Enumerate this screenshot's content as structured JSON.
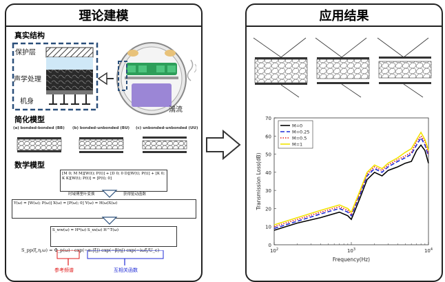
{
  "left_panel": {
    "title": "理论建模",
    "real_structure": {
      "heading": "真实结构",
      "layers": [
        "保护层",
        "声学处理",
        "机身"
      ],
      "flow_label": "湍流"
    },
    "simplified": {
      "heading": "简化模型",
      "cases": [
        "(a) bonded-bonded (BB)",
        "(b) bonded-unbonded (BU)",
        "(c) unbonded-unbonded (UU)"
      ]
    },
    "math": {
      "heading": "数学模型",
      "note_left": "时域傅里叶变换",
      "note_right": "获得驱动函数",
      "eq1": "[M 0; M M][W(t); P(t)] + [D 0; 0 D][W(t); P(t)] + [K 0; K K][W(t); P(t)] = [P(t); 0]",
      "eq2": "Y(ω) = [W(ω); P(ω)]  X(ω) = [P(ω); 0]   Y(ω) = H(ω)X(ω)",
      "eq3": "S_ww(ω) = H*(ω) S_xx(ω) H^T(ω)",
      "eq4": "S_pp(ξ,η,ω) = Φ_p(ω) · exp(−α₁|ξ|) exp(−β|η|) exp(−iωξ/U_c)",
      "ref_label": "参考频谱",
      "coh_label": "互相关函数"
    }
  },
  "right_panel": {
    "title": "应用结果",
    "chart_data": {
      "type": "line",
      "xlabel": "Frequency(Hz)",
      "ylabel": "Transmission Loss(dB)",
      "xscale": "log",
      "xlim": [
        100,
        10000
      ],
      "ylim": [
        0,
        70
      ],
      "xticks": [
        "10^2",
        "10^3",
        "10^4"
      ],
      "yticks": [
        0,
        10,
        20,
        30,
        40,
        50,
        60,
        70
      ],
      "legend_position": "top-left",
      "series": [
        {
          "name": "M=0",
          "color": "#000000",
          "dash": "solid",
          "x": [
            100,
            200,
            400,
            700,
            900,
            1000,
            1300,
            1600,
            2000,
            2500,
            3000,
            4000,
            5000,
            6000,
            7000,
            8000,
            9000,
            10000
          ],
          "y": [
            8,
            12,
            15,
            18,
            16,
            14,
            26,
            36,
            40,
            38,
            41,
            43,
            45,
            46,
            52,
            55,
            52,
            45
          ]
        },
        {
          "name": "M=0.25",
          "color": "#1f2bd6",
          "dash": "dash",
          "x": [
            100,
            200,
            400,
            700,
            900,
            1000,
            1300,
            1600,
            2000,
            2500,
            3000,
            4000,
            5000,
            6000,
            7000,
            8000,
            9000,
            10000
          ],
          "y": [
            9,
            13,
            17,
            20,
            18,
            16,
            28,
            38,
            42,
            40,
            43,
            46,
            48,
            50,
            55,
            59,
            55,
            49
          ]
        },
        {
          "name": "M=0.5",
          "color": "#e01818",
          "dash": "dot",
          "x": [
            100,
            200,
            400,
            700,
            900,
            1000,
            1300,
            1600,
            2000,
            2500,
            3000,
            4000,
            5000,
            6000,
            7000,
            8000,
            9000,
            10000
          ],
          "y": [
            10,
            14,
            18,
            21,
            19,
            17,
            29,
            39,
            43,
            41,
            44,
            47,
            49,
            51,
            57,
            60,
            57,
            50
          ]
        },
        {
          "name": "M=1",
          "color": "#f2e400",
          "dash": "solid",
          "x": [
            100,
            200,
            400,
            700,
            900,
            1000,
            1300,
            1600,
            2000,
            2500,
            3000,
            4000,
            5000,
            6000,
            7000,
            8000,
            9000,
            10000
          ],
          "y": [
            11,
            15,
            19,
            22,
            20,
            18,
            30,
            40,
            44,
            42,
            45,
            48,
            51,
            53,
            58,
            62,
            58,
            52
          ]
        }
      ]
    }
  },
  "colors": {
    "dashed_frame": "#2a4f7a",
    "seat_green": "#2e9e5a",
    "cargo_purple": "#9b86d6",
    "accent_red": "#e01818",
    "accent_blue": "#1f2bd6"
  }
}
